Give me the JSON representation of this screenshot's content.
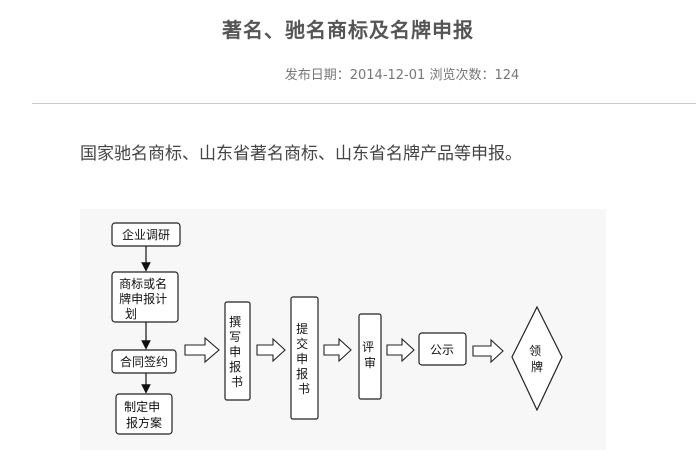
{
  "article": {
    "title": "著名、驰名商标及名牌申报",
    "publish_label": "发布日期：",
    "publish_date": "2014-12-01",
    "views_label": "浏览次数：",
    "views_count": "124",
    "intro": "国家驰名商标、山东省著名商标、山东省名牌产品等申报。"
  },
  "flowchart": {
    "nodes": {
      "survey": [
        "企业调研"
      ],
      "plan": [
        "商标或名",
        "牌申报计",
        "划"
      ],
      "contract": [
        "合同签约"
      ],
      "scheme": [
        "制定申",
        "报方案"
      ],
      "write": [
        "撰",
        "写",
        "申",
        "报",
        "书"
      ],
      "submit": [
        "提",
        "交",
        "申",
        "报",
        "书"
      ],
      "review": [
        "评",
        "审"
      ],
      "publicize": [
        "公示"
      ],
      "award": [
        "领",
        "牌"
      ]
    }
  }
}
